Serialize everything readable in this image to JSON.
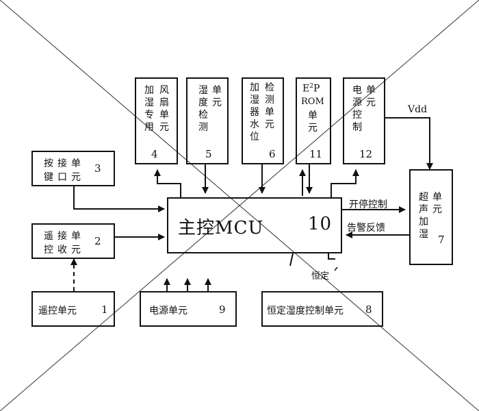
{
  "units": {
    "fan_unit": {
      "col1": "加湿专用",
      "col2": "风扇单元",
      "num": "4"
    },
    "humidity_detect": {
      "col1": "湿度检测",
      "col2": "单元",
      "num": "5"
    },
    "water_level": {
      "col1": "加湿器水位",
      "col2": "检测单元",
      "num": "6"
    },
    "eeprom": {
      "line1": "E",
      "sup": "2",
      "line1b": "P",
      "line2": "ROM",
      "col": "单元",
      "num": "11"
    },
    "power_control": {
      "col1": "电源控制",
      "col2": "单元",
      "num": "12"
    },
    "key_interface": {
      "row1": "按接单",
      "row2": "键口元",
      "num": "3"
    },
    "remote_receiver": {
      "row1": "遥接单",
      "row2": "控收元",
      "num": "2"
    },
    "remote": {
      "label": "遥控单元",
      "num": "1"
    },
    "power_supply": {
      "label": "电源单元",
      "num": "9"
    },
    "constant_humidity": {
      "label": "恒定湿度控制单元",
      "num": "8"
    },
    "ultrasonic": {
      "col1": "超声加湿",
      "col2": "单元",
      "num": "7"
    },
    "mcu": {
      "label": "主控MCU",
      "num": "10"
    }
  },
  "signals": {
    "vdd": "Vdd",
    "on_off": "开停控制",
    "alarm": "告警反馈",
    "constant": "恒定"
  }
}
